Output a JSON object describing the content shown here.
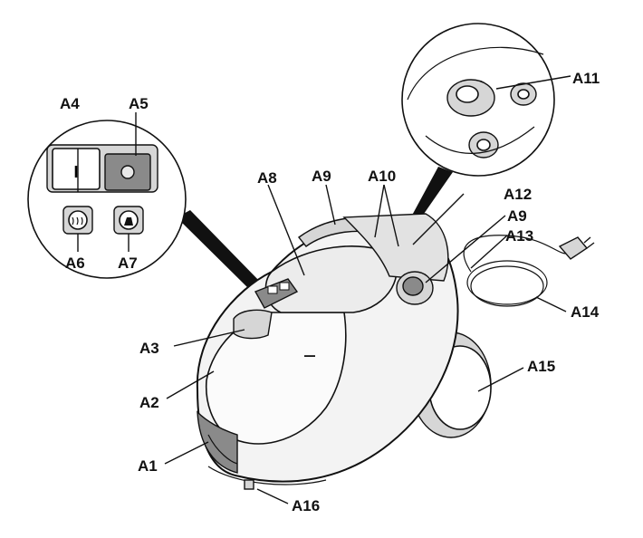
{
  "diagram": {
    "labels": {
      "a1": "A1",
      "a2": "A2",
      "a3": "A3",
      "a4": "A4",
      "a5": "A5",
      "a6": "A6",
      "a7": "A7",
      "a8": "A8",
      "a9_top": "A9",
      "a9_right": "A9",
      "a10": "A10",
      "a11": "A11",
      "a12": "A12",
      "a13": "A13",
      "a14": "A14",
      "a15": "A15",
      "a16": "A16"
    },
    "switch_text": {
      "on_symbol": "I"
    }
  }
}
